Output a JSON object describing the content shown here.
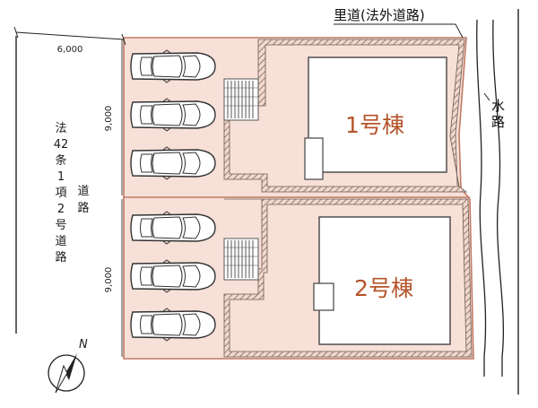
{
  "labels": {
    "satomichi": "里道(法外道路)",
    "suiro": [
      "水",
      "路"
    ],
    "main_road_col1": [
      "法",
      "42",
      "条",
      "1",
      "項",
      "2",
      "号",
      "道",
      "路"
    ],
    "main_road_col2": [
      "道",
      "路"
    ],
    "north": "N"
  },
  "dimensions": {
    "width": "6,000",
    "lot1_depth": "9,000",
    "lot2_depth": "9,000"
  },
  "buildings": [
    {
      "id": "lot-1",
      "label": "1号棟",
      "parking_spaces": 3
    },
    {
      "id": "lot-2",
      "label": "2号棟",
      "parking_spaces": 3
    }
  ],
  "colors": {
    "lot_fill": "#f7e0d8",
    "boundary": "#c07a64",
    "hatch": "#6a5a52",
    "building_text": "#b5542a"
  }
}
